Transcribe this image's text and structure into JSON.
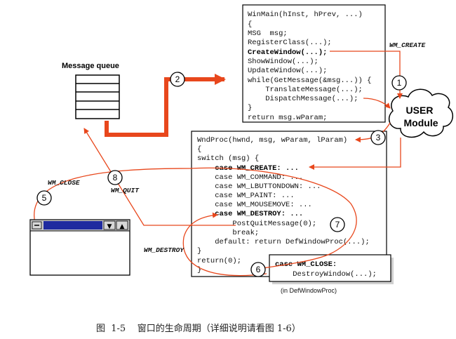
{
  "winmain": {
    "lines": [
      "WinMain(hInst, hPrev, ...)",
      "{",
      "MSG  msg;",
      "RegisterClass(...);",
      "CreateWindow(...);",
      "ShowWindow(...);",
      "UpdateWindow(...);",
      "while(GetMessage(&msg...)) {",
      "    TranslateMessage(...);",
      "    DispatchMessage(...);",
      "}",
      "return msg.wParam;"
    ]
  },
  "wndproc": {
    "lines": [
      "WndProc(hwnd, msg, wParam, lParam)",
      "{",
      "switch (msg) {",
      "    case WM_CREATE: ...",
      "    case WM_COMMAND: ...",
      "    case WM_LBUTTONDOWN: ...",
      "    case WM_PAINT: ...",
      "    case WM_MOUSEMOVE: ...",
      "    case WM_DESTROY: ...",
      "        PostQuitMessage(0);",
      "        break;",
      "    default: return DefWindowProc(...);",
      "}",
      "return(0);",
      "}"
    ]
  },
  "defproc": {
    "lines": [
      "case WM_CLOSE:",
      "    DestroyWindow(...);"
    ],
    "caption": "(in DefWindowProc)"
  },
  "message_queue_label": "Message queue",
  "user_module": {
    "line1": "USER",
    "line2": "Module"
  },
  "labels": {
    "wm_create": "WM_CREATE",
    "wm_close": "WM_CLOSE",
    "wm_quit": "WM_QUIT",
    "wm_destroy": "WM_DESTROY"
  },
  "steps": {
    "s1": "1",
    "s2": "2",
    "s3": "3",
    "s5": "5",
    "s6": "6",
    "s7": "7",
    "s8": "8"
  },
  "window_glyphs": {
    "dropdown": "▼",
    "up": "▲"
  },
  "caption": "图  1-5    窗口的生命周期（详细说明请看图 1-6）",
  "colors": {
    "accent": "#e8471c",
    "line": "#000000"
  }
}
